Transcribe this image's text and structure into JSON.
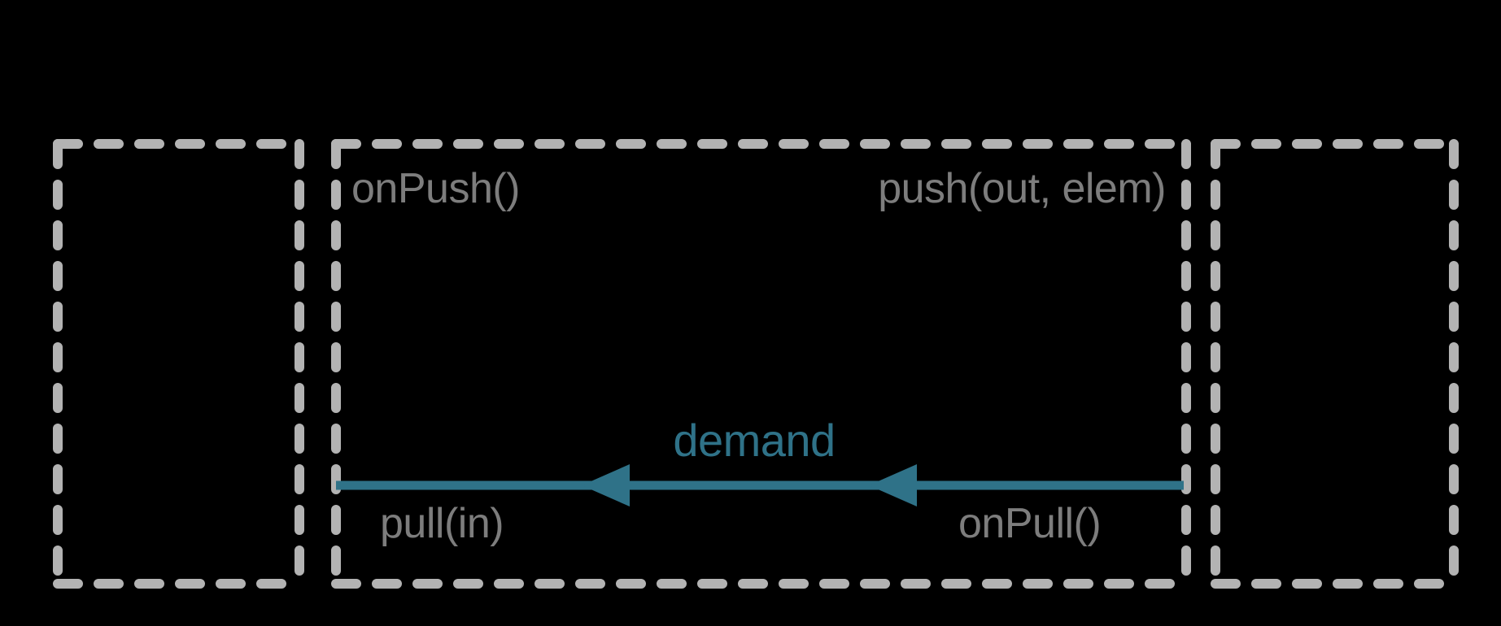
{
  "colors": {
    "background": "#000000",
    "box_outline": "#b3b3b3",
    "label_gray": "#7d7d7d",
    "accent_teal": "#2f7288"
  },
  "stage": {
    "onpush_label": "onPush()",
    "push_label": "push(out, elem)",
    "pull_label": "pull(in)",
    "onpull_label": "onPull()"
  },
  "demand_arrow": {
    "label": "demand"
  }
}
